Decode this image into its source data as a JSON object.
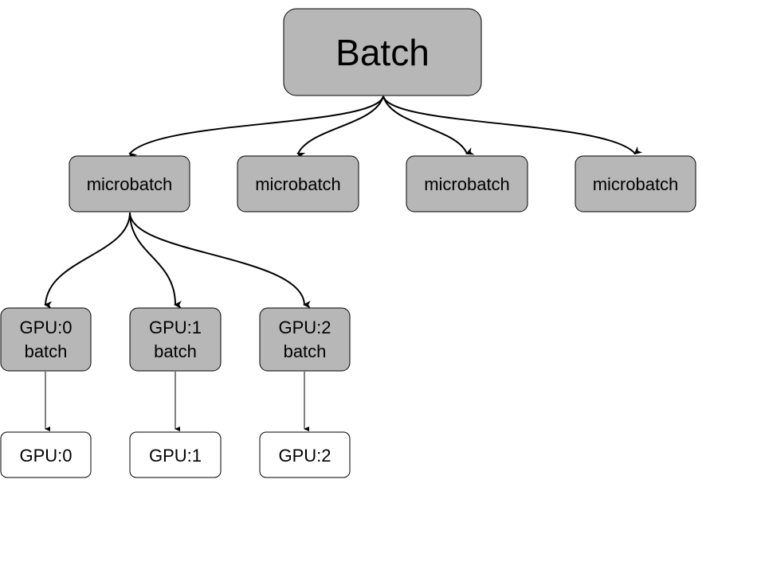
{
  "diagram": {
    "colors": {
      "filled_node": "#b7b7b7",
      "plain_node": "#ffffff",
      "stroke": "#000000",
      "text": "#000000"
    },
    "root": {
      "label": "Batch"
    },
    "microbatches": [
      {
        "label": "microbatch"
      },
      {
        "label": "microbatch"
      },
      {
        "label": "microbatch"
      },
      {
        "label": "microbatch"
      }
    ],
    "gpu_batches": [
      {
        "lines": [
          "GPU:0",
          "batch"
        ]
      },
      {
        "lines": [
          "GPU:1",
          "batch"
        ]
      },
      {
        "lines": [
          "GPU:2",
          "batch"
        ]
      }
    ],
    "gpus": [
      {
        "label": "GPU:0"
      },
      {
        "label": "GPU:1"
      },
      {
        "label": "GPU:2"
      }
    ]
  }
}
